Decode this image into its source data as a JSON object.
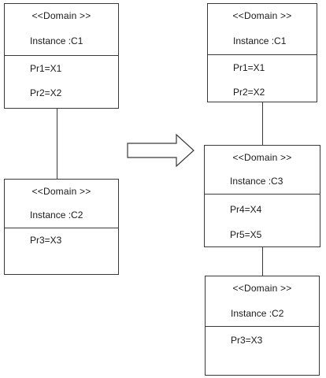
{
  "left": {
    "box1": {
      "stereotype": "<<Domain >>",
      "instance": "Instance :C1",
      "attrs": [
        "Pr1=X1",
        "Pr2=X2"
      ]
    },
    "box2": {
      "stereotype": "<<Domain >>",
      "instance": "Instance :C2",
      "attrs": [
        "Pr3=X3"
      ]
    }
  },
  "right": {
    "box1": {
      "stereotype": "<<Domain >>",
      "instance": "Instance :C1",
      "attrs": [
        "Pr1=X1",
        "Pr2=X2"
      ]
    },
    "box2": {
      "stereotype": "<<Domain >>",
      "instance": "Instance :C3",
      "attrs": [
        "Pr4=X4",
        "Pr5=X5"
      ]
    },
    "box3": {
      "stereotype": "<<Domain >>",
      "instance": "Instance :C2",
      "attrs": [
        "Pr3=X3"
      ]
    }
  }
}
